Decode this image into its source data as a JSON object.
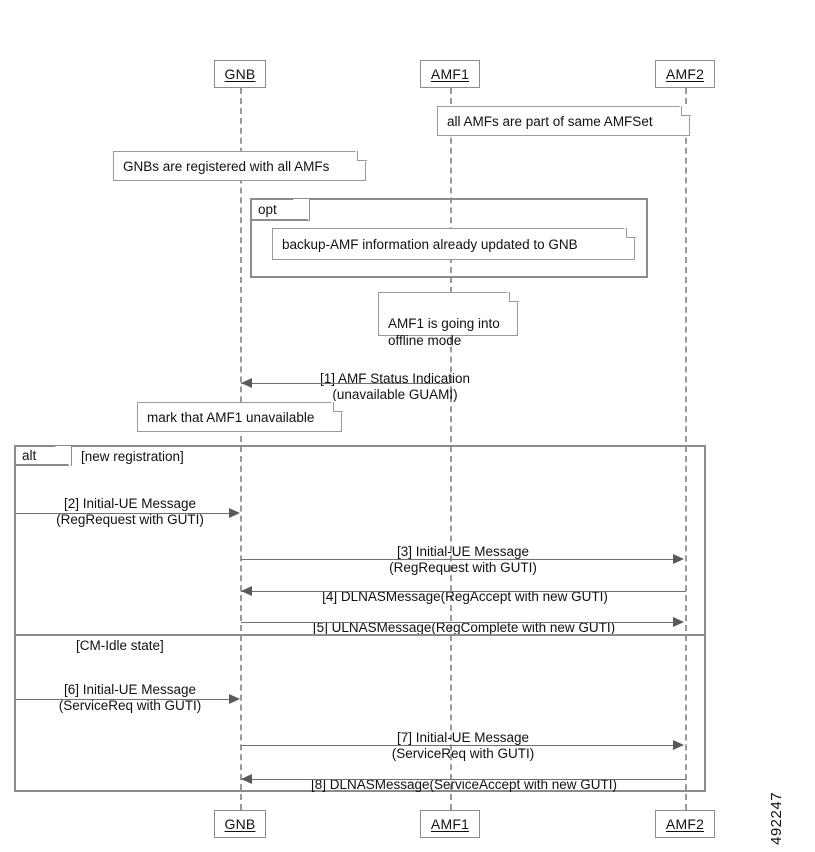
{
  "diagram": {
    "type": "uml-sequence-diagram",
    "figure_id": "492247",
    "participants": [
      {
        "id": "gnb",
        "label": "GNB"
      },
      {
        "id": "amf1",
        "label": "AMF1"
      },
      {
        "id": "amf2",
        "label": "AMF2"
      }
    ],
    "notes": [
      {
        "id": "note-amfset",
        "text": "all AMFs are part of same AMFSet"
      },
      {
        "id": "note-gnb-reg",
        "text": "GNBs are registered with all AMFs"
      },
      {
        "id": "note-backup-amf",
        "text": "backup-AMF information already updated to GNB"
      },
      {
        "id": "note-amf1-offline",
        "text": "AMF1 is going into\noffline mode"
      },
      {
        "id": "note-mark-unavail",
        "text": "mark that AMF1 unavailable"
      }
    ],
    "fragments": [
      {
        "id": "opt-fragment",
        "operator": "opt",
        "guard": ""
      },
      {
        "id": "alt-fragment",
        "operator": "alt",
        "guard": "[new registration]",
        "second_guard": "[CM-Idle state]"
      }
    ],
    "messages": [
      {
        "seq": "1",
        "text": "[1] AMF Status Indication\n(unavailable GUAMI)",
        "from": "amf1",
        "to": "gnb",
        "direction": "left"
      },
      {
        "seq": "2",
        "text": "[2] Initial-UE Message\n(RegRequest with GUTI)",
        "from": "ue",
        "to": "gnb",
        "direction": "right"
      },
      {
        "seq": "3",
        "text": "[3] Initial-UE Message\n(RegRequest with GUTI)",
        "from": "gnb",
        "to": "amf2",
        "direction": "right"
      },
      {
        "seq": "4",
        "text": "[4] DLNASMessage(RegAccept with new GUTI)",
        "from": "amf2",
        "to": "gnb",
        "direction": "left"
      },
      {
        "seq": "5",
        "text": "[5] ULNASMessage(RegComplete with new GUTI)",
        "from": "gnb",
        "to": "amf2",
        "direction": "right"
      },
      {
        "seq": "6",
        "text": "[6] Initial-UE Message\n(ServiceReq with GUTI)",
        "from": "ue",
        "to": "gnb",
        "direction": "right"
      },
      {
        "seq": "7",
        "text": "[7] Initial-UE Message\n(ServiceReq with GUTI)",
        "from": "gnb",
        "to": "amf2",
        "direction": "right"
      },
      {
        "seq": "8",
        "text": "[8] DLNASMessage(ServiceAccept with new GUTI)",
        "from": "amf2",
        "to": "gnb",
        "direction": "left"
      }
    ],
    "colors": {
      "background": "#ffffff",
      "box_border": "#8c8c8c",
      "note_border": "#9a9a9a",
      "lifeline": "#9a9a9a",
      "message_line": "#6f6f6f",
      "text": "#111111"
    }
  }
}
